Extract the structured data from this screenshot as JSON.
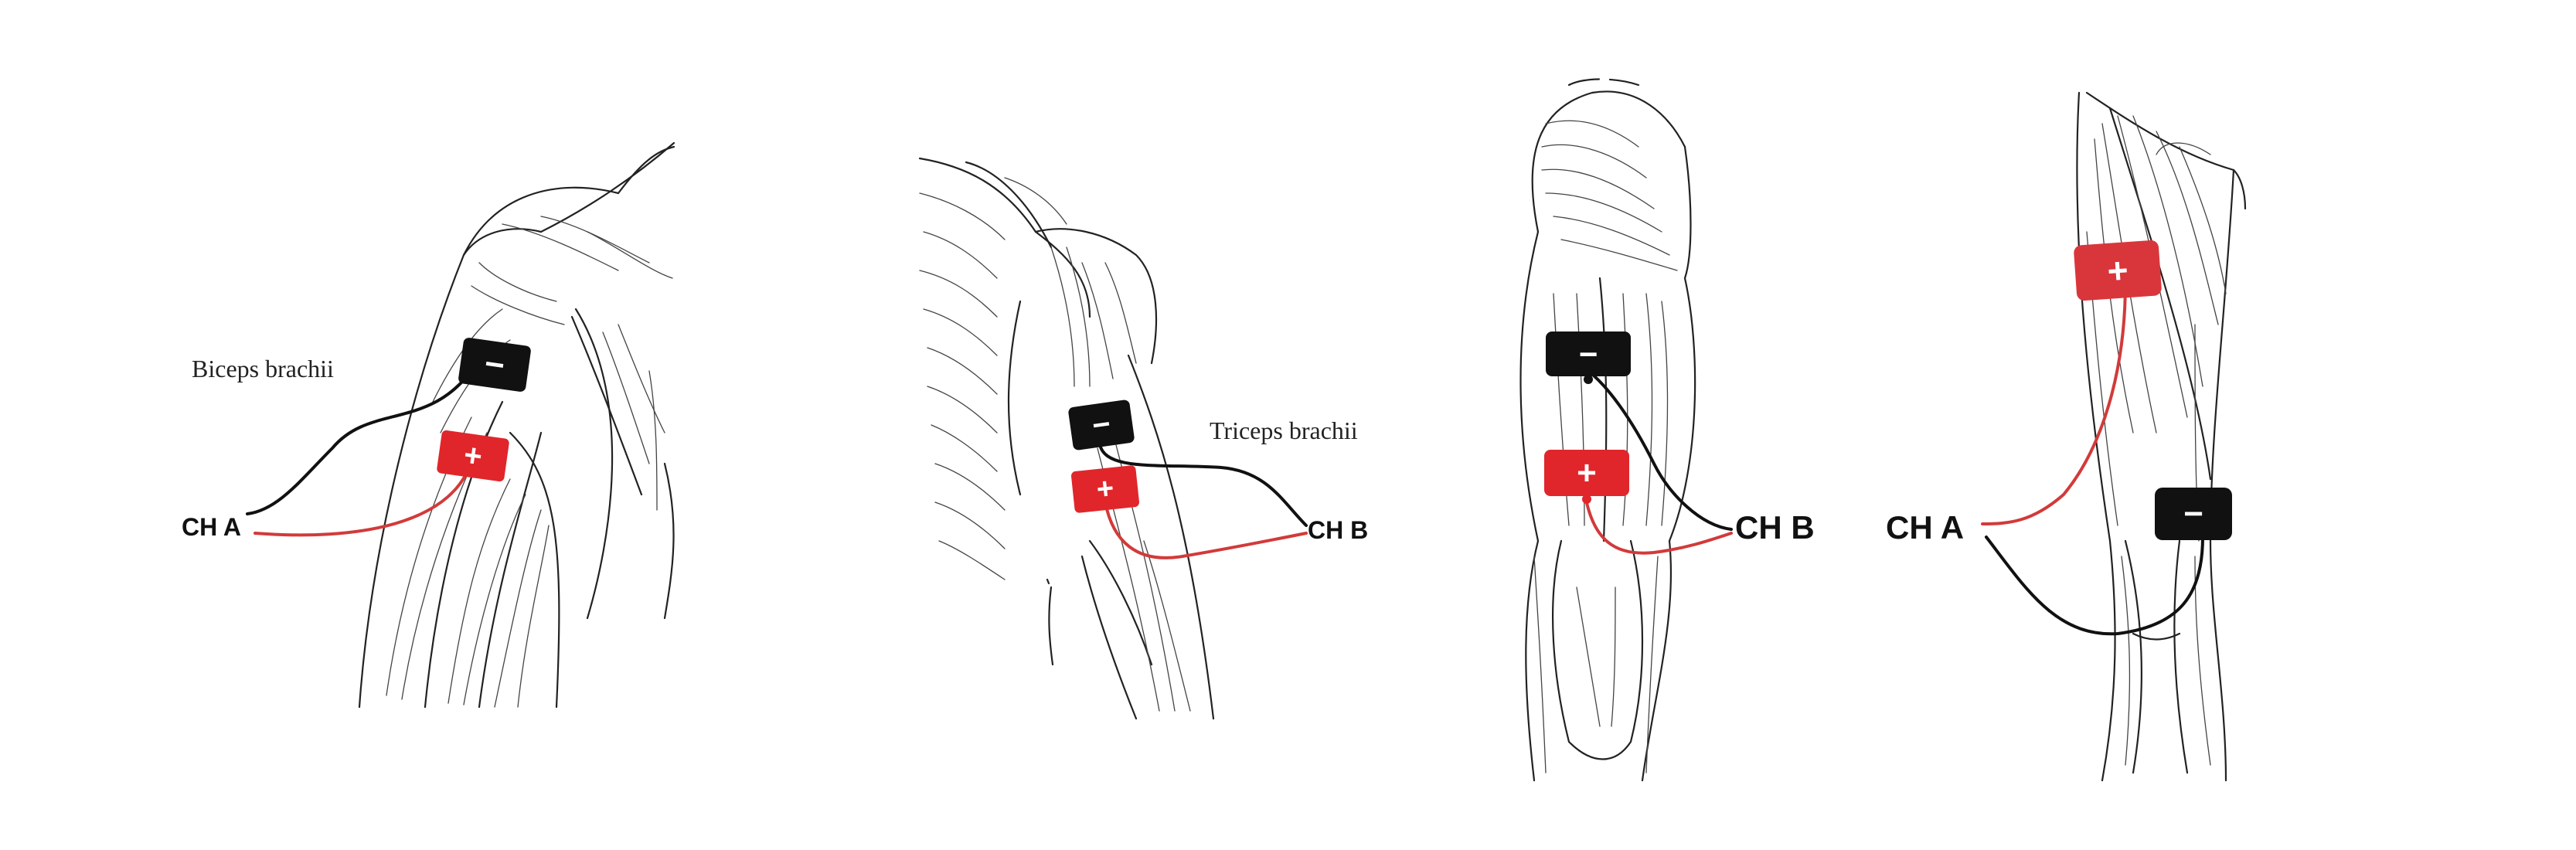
{
  "colors": {
    "positive": "#e0262b",
    "negative": "#111111",
    "positive_wire": "#d23a3a",
    "negative_wire": "#111111",
    "line_art": "#222222"
  },
  "panels": [
    {
      "id": "biceps",
      "muscle_label": "Biceps brachii",
      "channel": "CH A",
      "positive_sign": "+",
      "negative_sign": "−"
    },
    {
      "id": "triceps",
      "muscle_label": "Triceps brachii",
      "channel": "CH B",
      "positive_sign": "+",
      "negative_sign": "−"
    },
    {
      "id": "hamstring",
      "muscle_label": "",
      "channel": "CH B",
      "positive_sign": "+",
      "negative_sign": "−"
    },
    {
      "id": "quadriceps",
      "muscle_label": "",
      "channel": "CH A",
      "positive_sign": "+",
      "negative_sign": "−"
    }
  ]
}
